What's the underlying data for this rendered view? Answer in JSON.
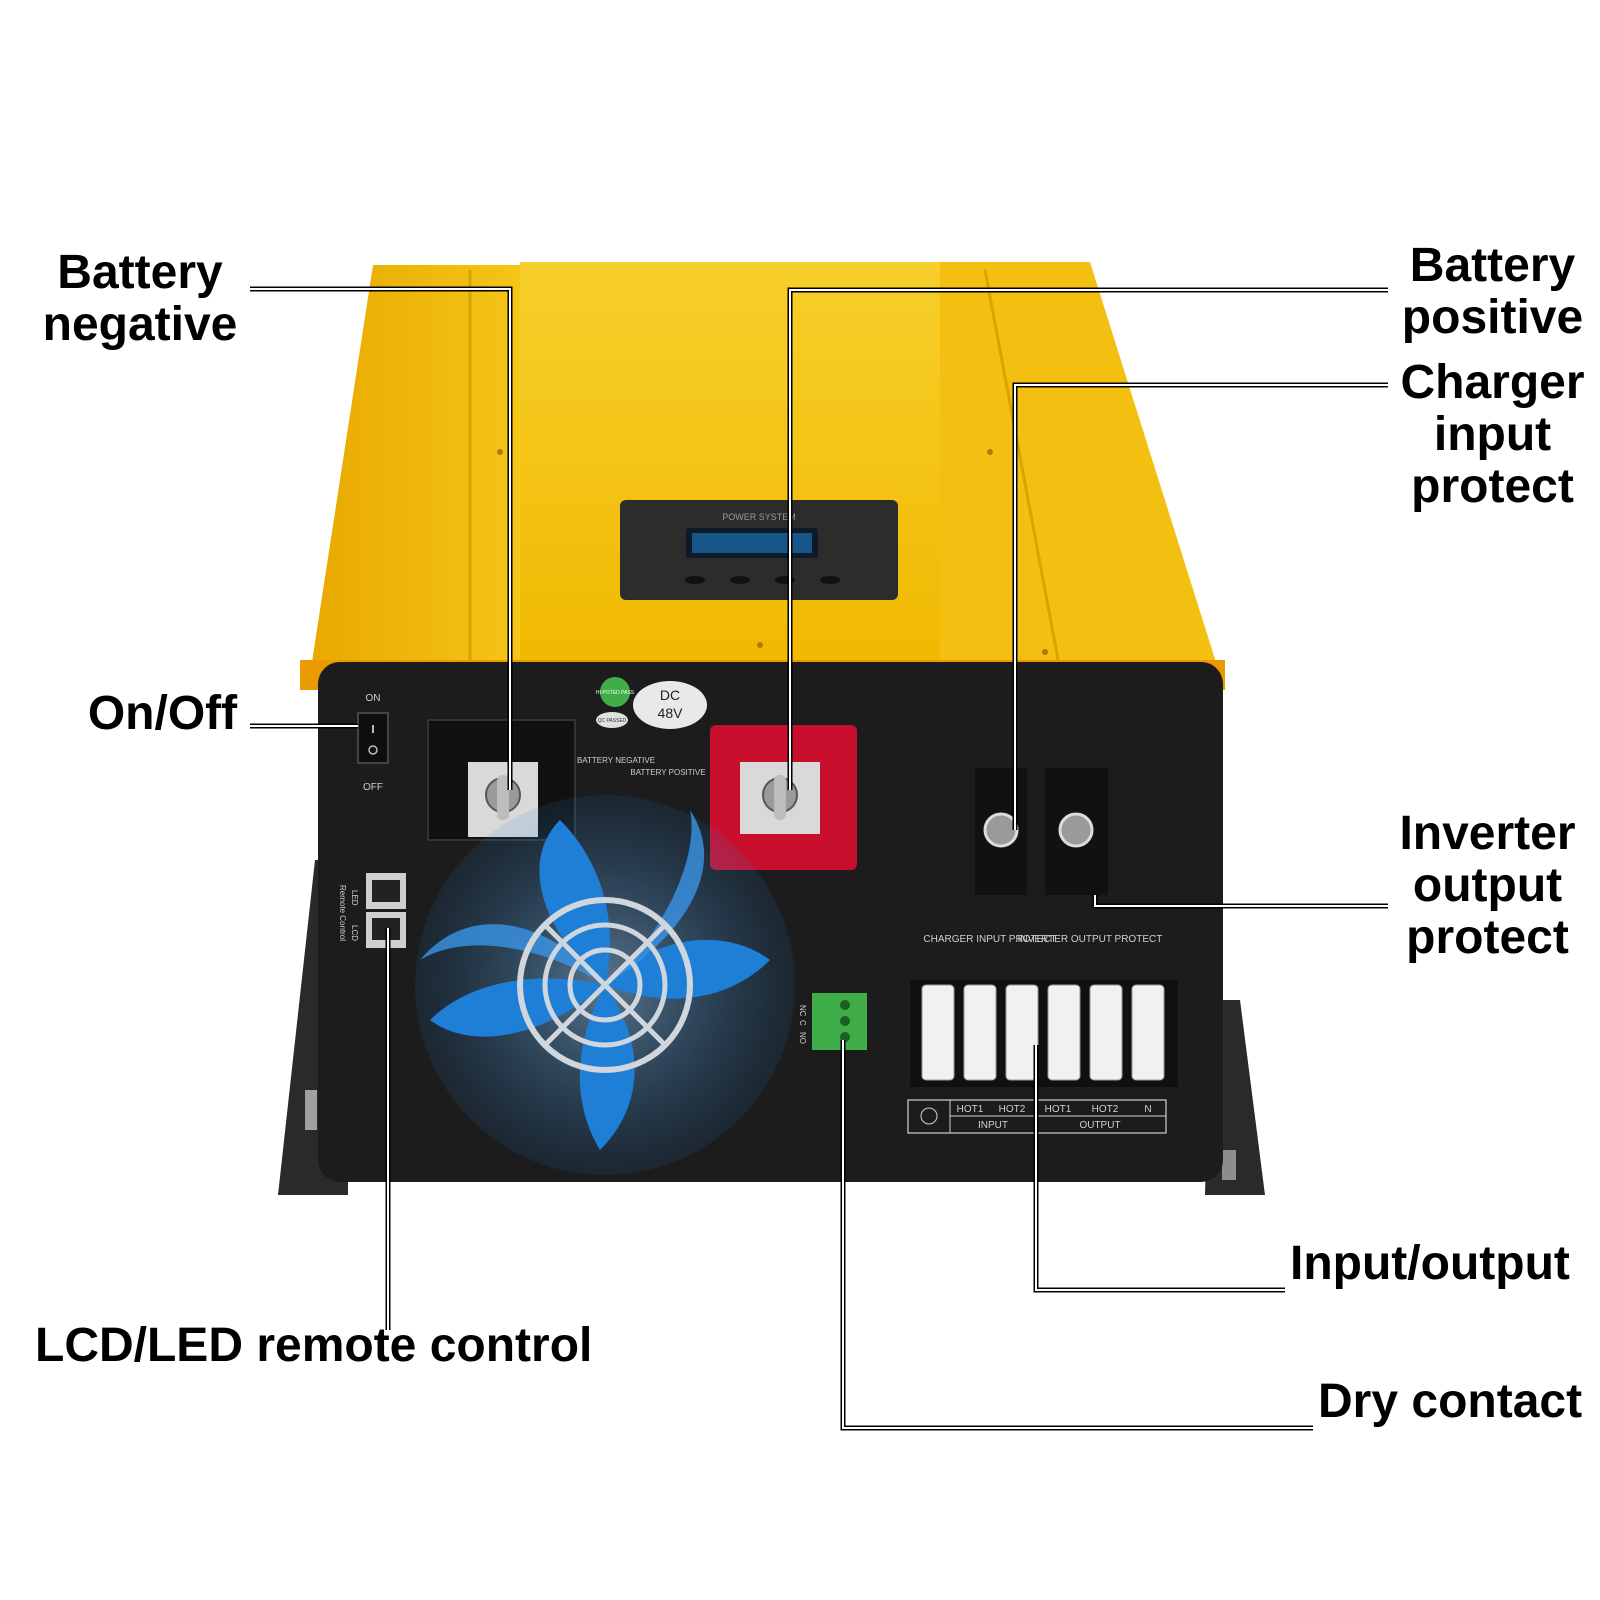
{
  "callouts": {
    "battery_negative": "Battery\nnegative",
    "battery_positive": "Battery\npositive",
    "charger_input_protect": "Charger\ninput\nprotect",
    "on_off": "On/Off",
    "inverter_output_protect": "Inverter\noutput\nprotect",
    "input_output": "Input/output",
    "lcd_led_remote_control": "LCD/LED remote control",
    "dry_contact": "Dry contact"
  },
  "device_labels": {
    "display_brand": "POWER SYSTEM",
    "switch_on": "ON",
    "switch_off": "OFF",
    "dc_label": "DC",
    "dc_voltage": "48V",
    "hipot_badge": "HI-POTED PASS",
    "qc_badge": "QC PASSED",
    "battery_negative_label": "BATTERY NEGATIVE",
    "battery_positive_label": "BATTERY POSITIVE",
    "remote_led": "LED",
    "remote_lcd": "LCD",
    "remote_control": "Remote Control",
    "charger_input_protect": "CHARGER INPUT PROTECT",
    "inverter_output_protect": "INVERTER OUTPUT PROTECT",
    "dry_contact_pins": [
      "NC",
      "C",
      "NO"
    ],
    "terminal_hot1_in": "HOT1",
    "terminal_hot2_in": "HOT2",
    "terminal_hot1_out": "HOT1",
    "terminal_hot2_out": "HOT2",
    "terminal_n": "N",
    "terminal_input": "INPUT",
    "terminal_output": "OUTPUT"
  },
  "colors": {
    "body_yellow": "#f5c518",
    "panel_black": "#1c1c1c",
    "terminal_red": "#c8102e",
    "fan_blue": "#1f7fd6",
    "connector_green": "#3fae49"
  }
}
